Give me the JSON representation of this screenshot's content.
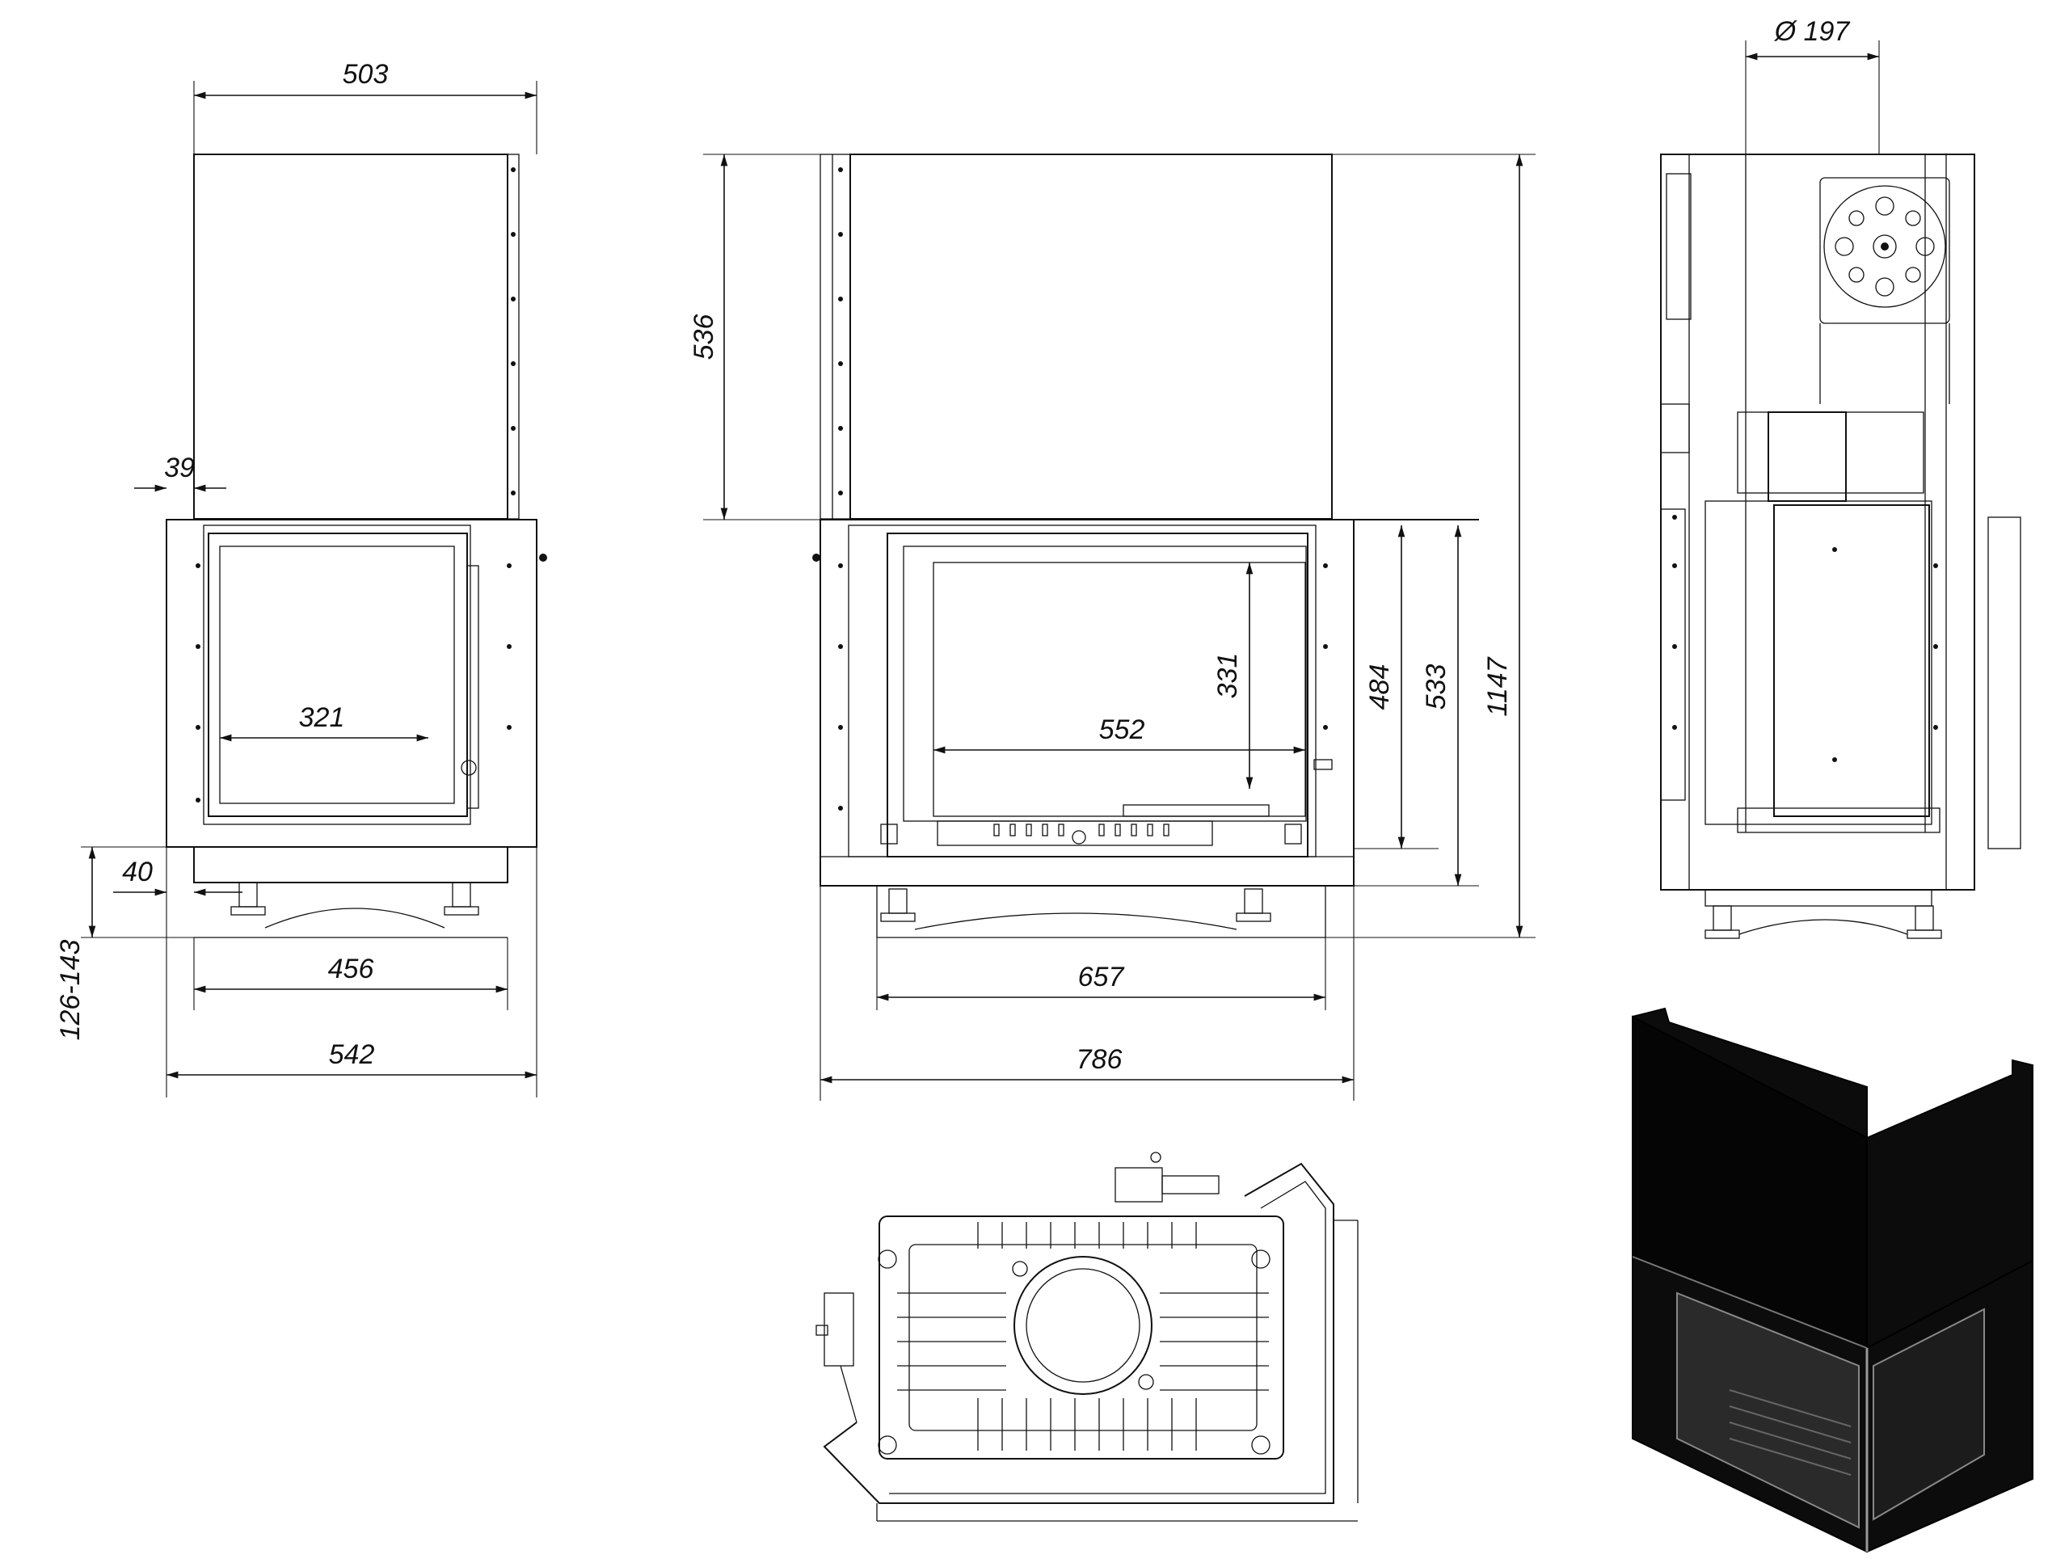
{
  "views": {
    "side_view": {
      "dims": {
        "top_width": "503",
        "offset": "39",
        "window_width": "321",
        "plinth": "40",
        "feet_height": "126-143",
        "base_width": "456",
        "overall_width": "542"
      }
    },
    "front_view": {
      "dims": {
        "hood_height": "536",
        "glass_height": "331",
        "glass_width": "552",
        "door_height": "484",
        "body_height": "533",
        "total_height": "1147",
        "base_width": "657",
        "overall_width": "786"
      }
    },
    "back_view": {
      "dims": {
        "flue_diameter": "Ø 197"
      }
    },
    "plan_view": {},
    "render_3d": {}
  },
  "colors": {
    "line": "#111111",
    "background": "#ffffff",
    "render_body": "#0c0c0c"
  }
}
